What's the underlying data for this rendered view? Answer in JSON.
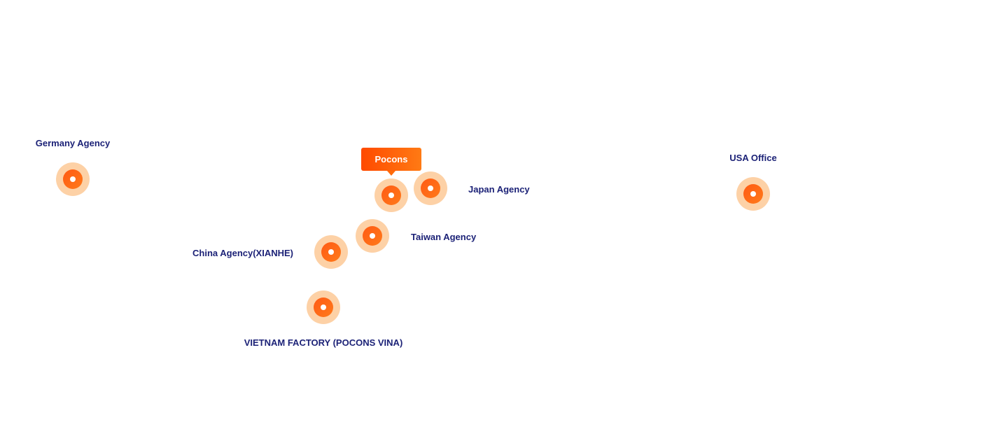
{
  "map": {
    "tooltip": {
      "label": "Pocons"
    },
    "locations": {
      "germany": {
        "label": "Germany Agency"
      },
      "pocons": {
        "label": "Pocons"
      },
      "japan": {
        "label": "Japan Agency"
      },
      "taiwan": {
        "label": "Taiwan Agency"
      },
      "china": {
        "label": "China Agency(XIANHE)"
      },
      "vietnam": {
        "label": "VIETNAM FACTORY (POCONS VINA)"
      },
      "usa": {
        "label": "USA Office"
      }
    },
    "colors": {
      "marker_outer": "#fdd1a6",
      "marker_core": "#ff6a14",
      "marker_dot": "#ffffff",
      "label_text": "#1c2277",
      "tooltip_bg": "#ff5a0a"
    }
  }
}
